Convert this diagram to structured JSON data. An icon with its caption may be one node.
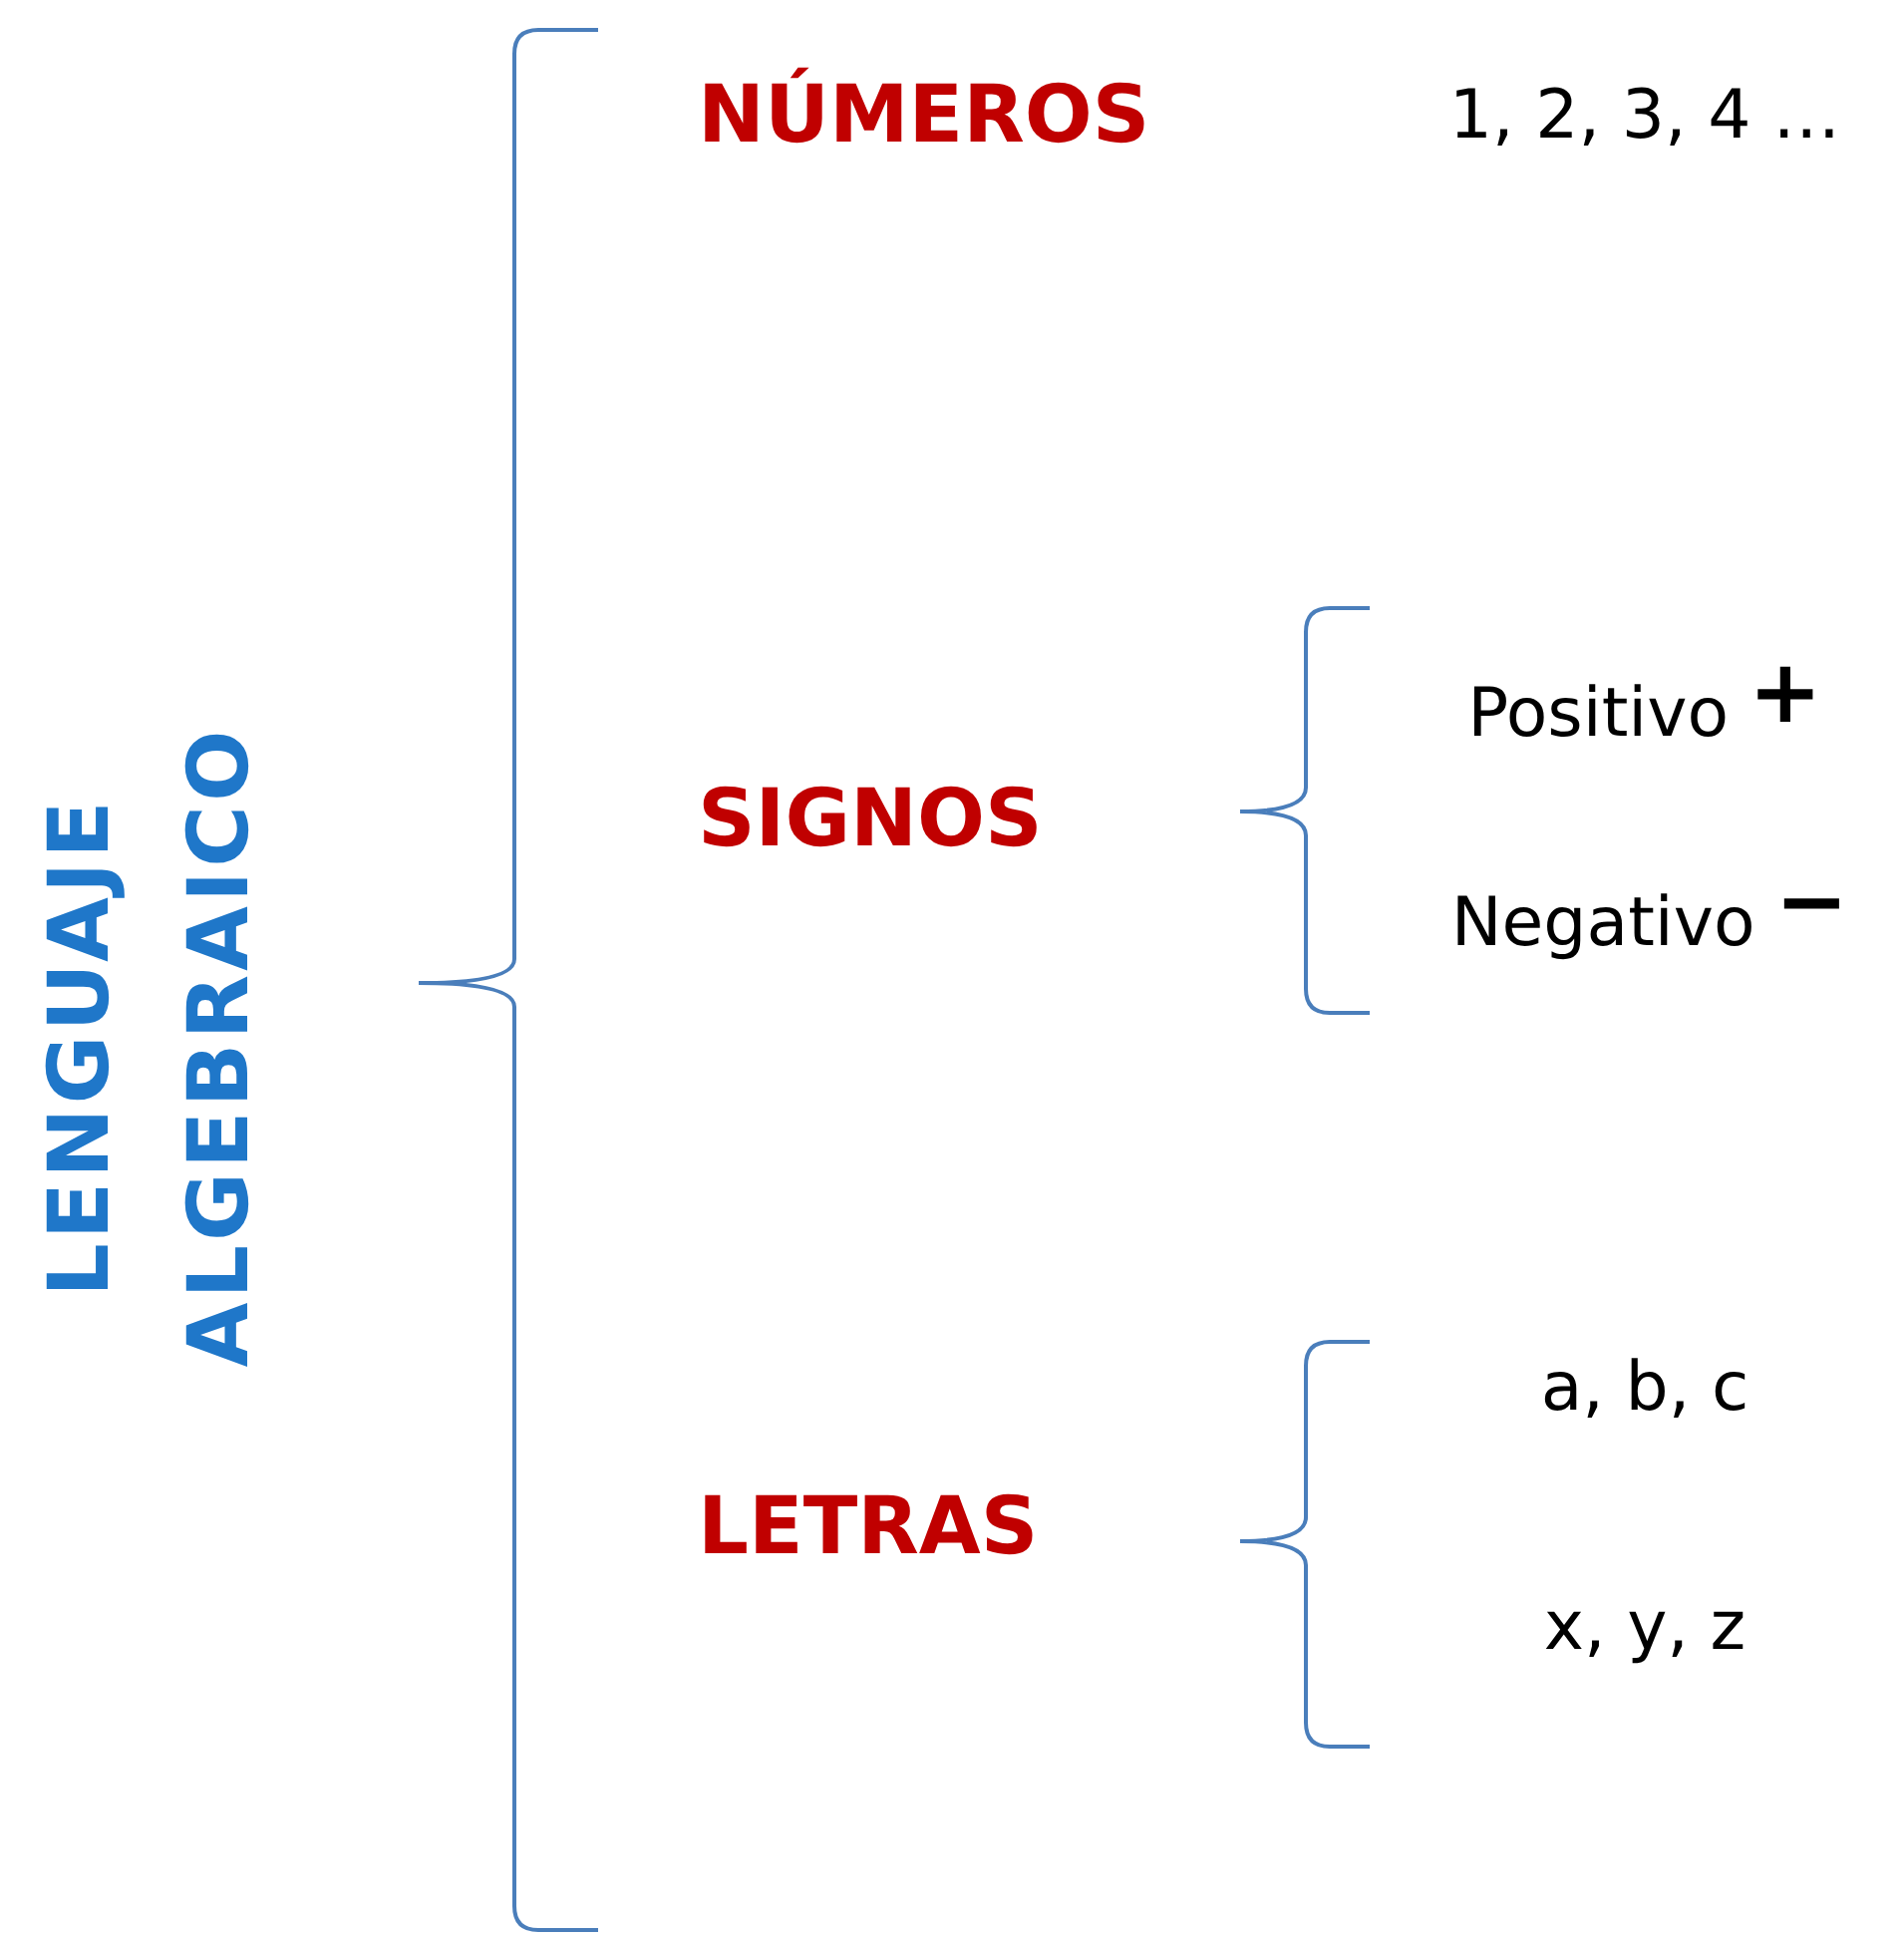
{
  "diagram": {
    "nodes": [
      {
        "text": [
          "LENGUAJE ALGEBRAICO"
        ]
      },
      {
        "text": [
          "NÚMEROS"
        ]
      },
      {
        "text": [
          "1, 2, 3, 4 …"
        ]
      },
      {
        "text": [
          "SIGNOS"
        ]
      },
      {
        "text": [
          "Positivo",
          "+"
        ]
      },
      {
        "text": [
          "Negativo",
          "−"
        ]
      },
      {
        "text": [
          "LETRAS"
        ]
      },
      {
        "text": [
          "a, b, c"
        ]
      },
      {
        "text": [
          "x, y, z"
        ]
      }
    ]
  }
}
